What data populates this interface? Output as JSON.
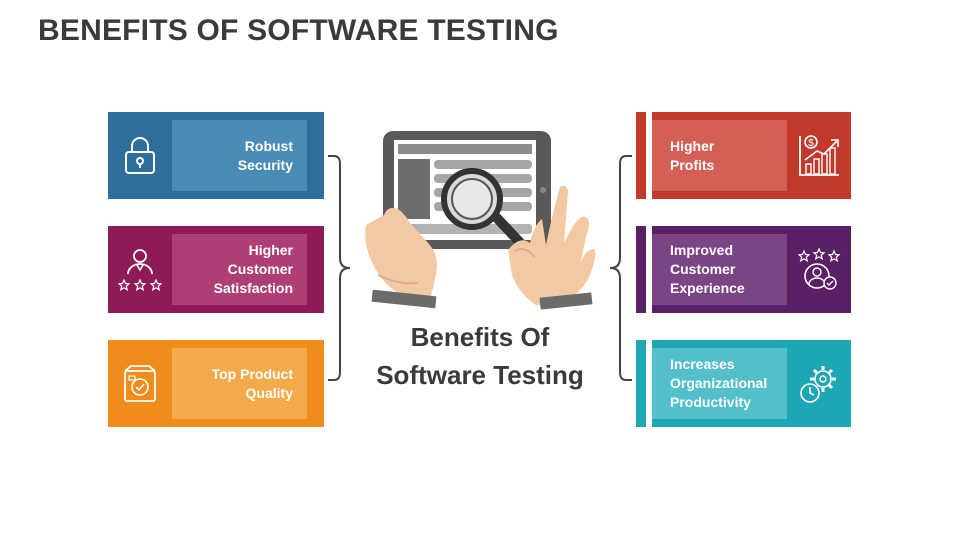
{
  "title": "BENEFITS OF SOFTWARE TESTING",
  "center_title": {
    "line1": "Benefits Of",
    "line2": "Software Testing"
  },
  "left_items": [
    {
      "line1": "Robust",
      "line2": "Security",
      "line3": "",
      "icon": "lock-icon",
      "color": "#2e6e9a",
      "tile_color": "#4a8cb5"
    },
    {
      "line1": "Higher",
      "line2": "Customer",
      "line3": "Satisfaction",
      "icon": "customer-rating-icon",
      "color": "#8e1b55",
      "tile_color": "#ad3f74"
    },
    {
      "line1": "Top Product",
      "line2": "Quality",
      "line3": "",
      "icon": "product-box-icon",
      "color": "#f08c1c",
      "tile_color": "#f4a94a"
    }
  ],
  "right_items": [
    {
      "line1": "Higher",
      "line2": "Profits",
      "line3": "",
      "icon": "profit-chart-icon",
      "color": "#c0392b",
      "tile_color": "#d35f55"
    },
    {
      "line1": "Improved",
      "line2": "Customer",
      "line3": "Experience",
      "icon": "experience-rating-icon",
      "color": "#5b1f66",
      "tile_color": "#7b4585"
    },
    {
      "line1": "Increases",
      "line2": "Organizational",
      "line3": "Productivity",
      "icon": "productivity-gear-icon",
      "color": "#1da6b4",
      "tile_color": "#52bfca"
    }
  ]
}
